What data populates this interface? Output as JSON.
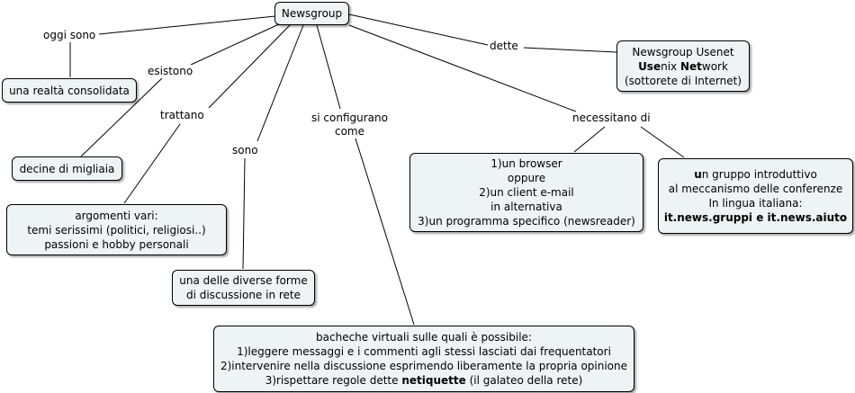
{
  "root": {
    "label": "Newsgroup"
  },
  "links": {
    "oggi_sono": "oggi sono",
    "esistono": "esistono",
    "trattano": "trattano",
    "sono": "sono",
    "si_configurano_1": "si configurano",
    "si_configurano_2": "come",
    "dette": "dette",
    "necessitano": "necessitano di"
  },
  "concepts": {
    "realta": "una realtà consolidata",
    "decine": "decine di migliaia",
    "argomenti": {
      "line1": "argomenti vari:",
      "line2": "temi serissimi (politici, religiosi..)",
      "line3": "passioni e hobby personali"
    },
    "forme": {
      "line1": "una delle diverse forme",
      "line2": "di discussione in rete"
    },
    "bacheche": {
      "line1": "bacheche virtuali sulle quali è possibile:",
      "line2": "1)leggere messaggi e i commenti agli stessi lasciati dai frequentatori",
      "line3": "2)intervenire nella discussione esprimendo liberamente la propria opinione",
      "line4_pre": "3)rispettare regole dette ",
      "line4_bold": "netiquette",
      "line4_post": " (il galateo della rete)"
    },
    "usenet": {
      "line1": "Newsgroup Usenet",
      "use_bold": "Use",
      "use_rest": "nix ",
      "net_bold": "Net",
      "net_rest": "work",
      "line3": "(sottorete di Internet)"
    },
    "browser": {
      "line1": "1)un browser",
      "line2": "oppure",
      "line3": "2)un client e-mail",
      "line4": "in alternativa",
      "line5": "3)un programma specifico (newsreader)"
    },
    "gruppo": {
      "u_bold": "u",
      "line1_rest": "n gruppo introduttivo",
      "line2": "al meccanismo delle conferenze",
      "line3": "In lingua italiana:",
      "line4_bold": "it.news.gruppi e it.news.aiuto"
    }
  }
}
